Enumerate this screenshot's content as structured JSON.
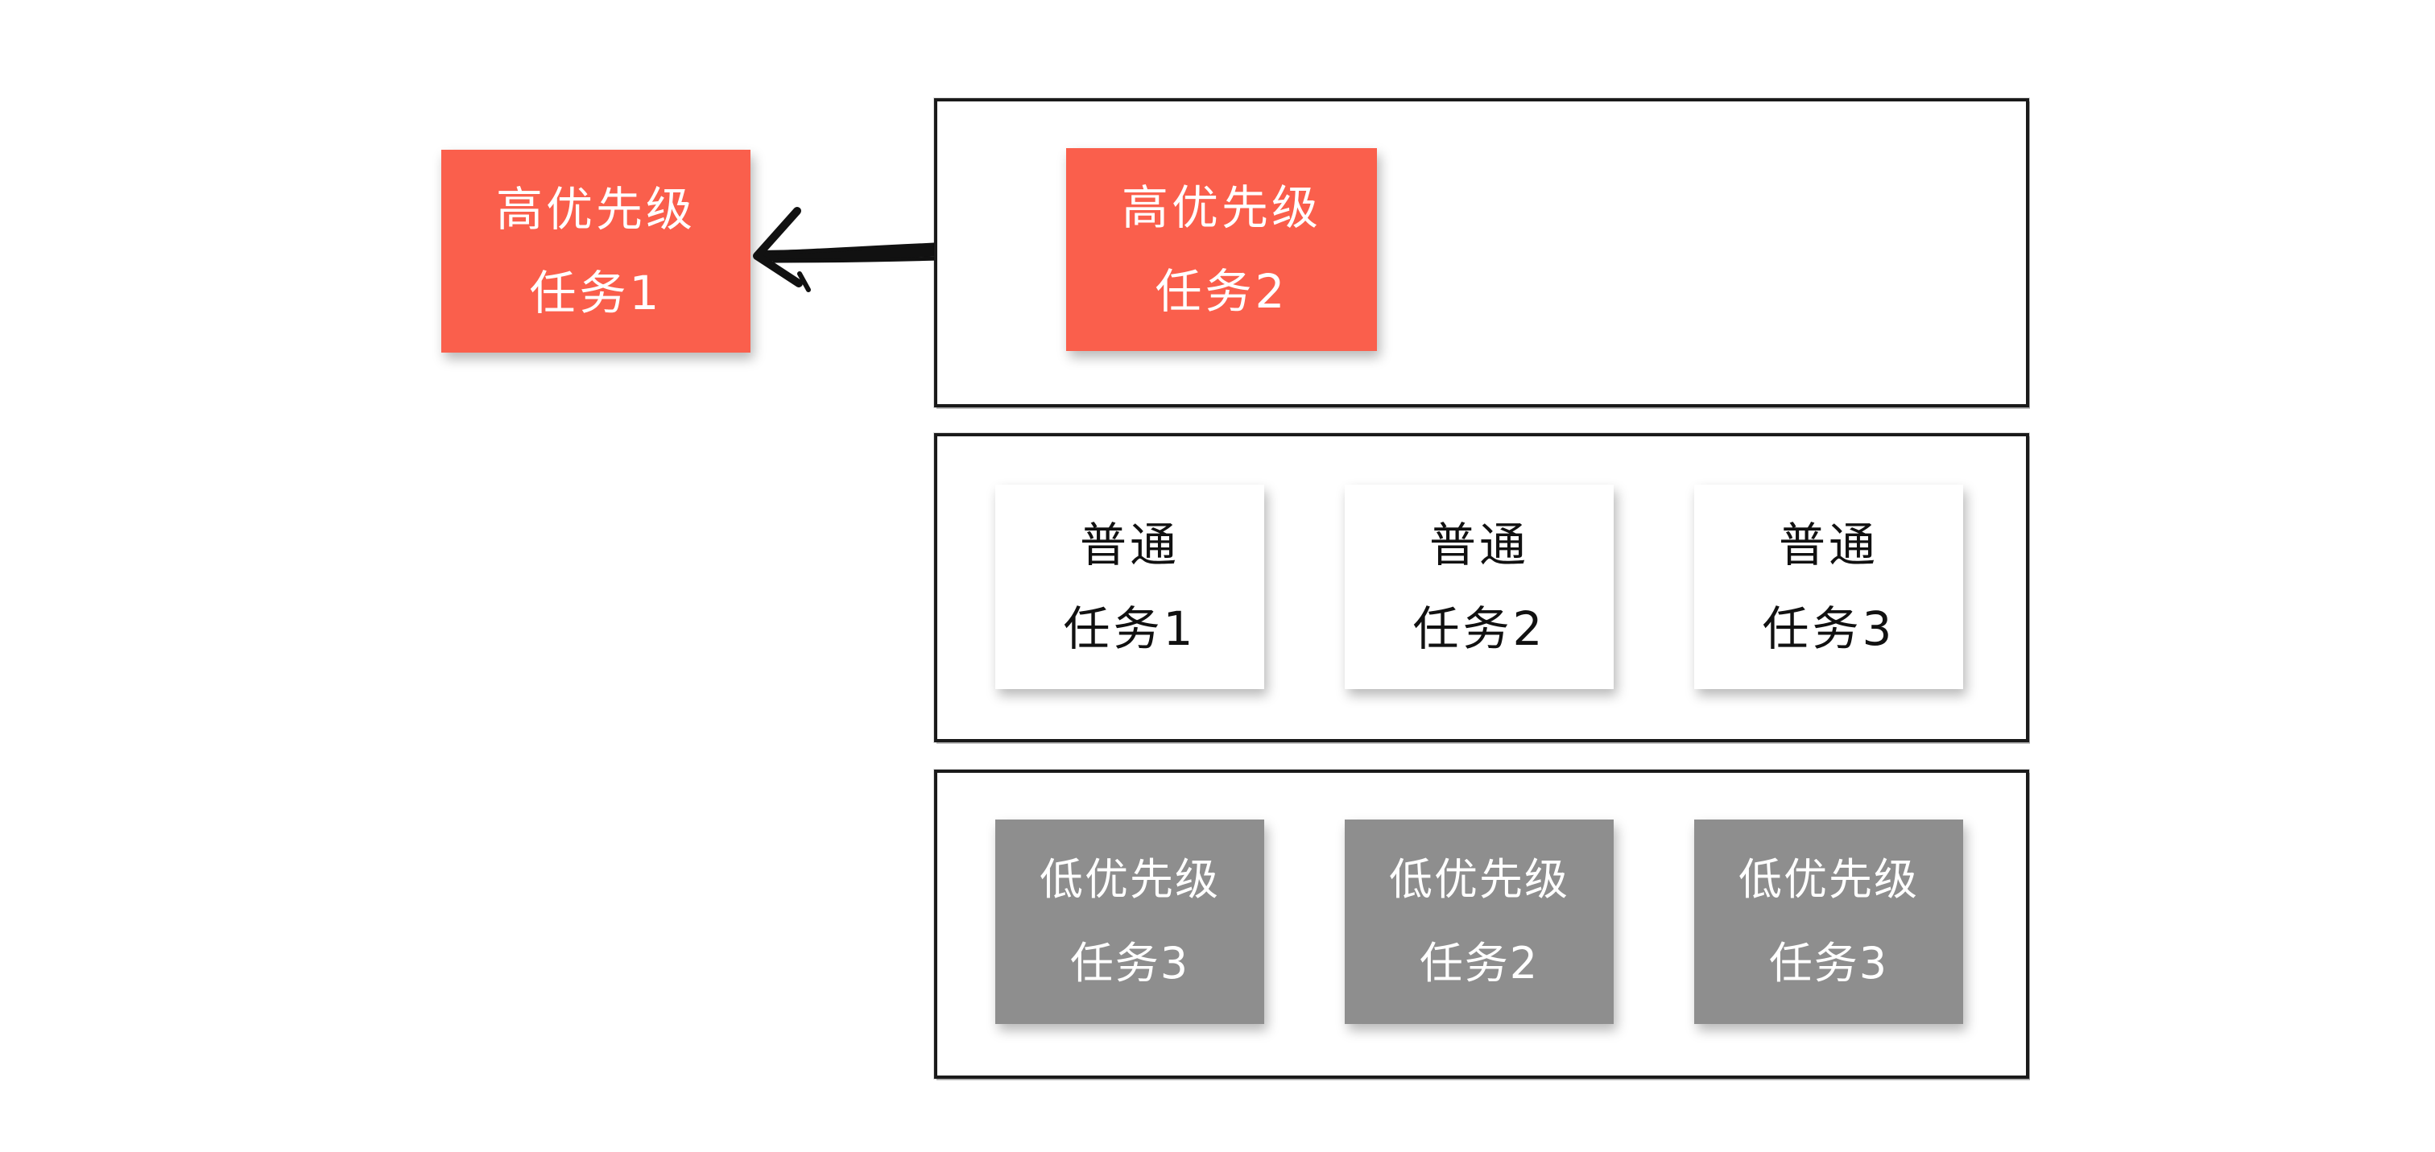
{
  "colors": {
    "high": "#FA5F4C",
    "normal": "#FFFFFF",
    "low": "#8E8E8E",
    "border": "#1A1A1A"
  },
  "dequeued": {
    "line1": "高优先级",
    "line2": "任务1"
  },
  "queues": {
    "high": {
      "tasks": [
        {
          "line1": "高优先级",
          "line2": "任务2"
        }
      ]
    },
    "normal": {
      "tasks": [
        {
          "line1": "普通",
          "line2": "任务1"
        },
        {
          "line1": "普通",
          "line2": "任务2"
        },
        {
          "line1": "普通",
          "line2": "任务3"
        }
      ]
    },
    "low": {
      "tasks": [
        {
          "line1": "低优先级",
          "line2": "任务3"
        },
        {
          "line1": "低优先级",
          "line2": "任务2"
        },
        {
          "line1": "低优先级",
          "line2": "任务3"
        }
      ]
    }
  },
  "arrow": {
    "icon": "arrow-left-icon"
  }
}
